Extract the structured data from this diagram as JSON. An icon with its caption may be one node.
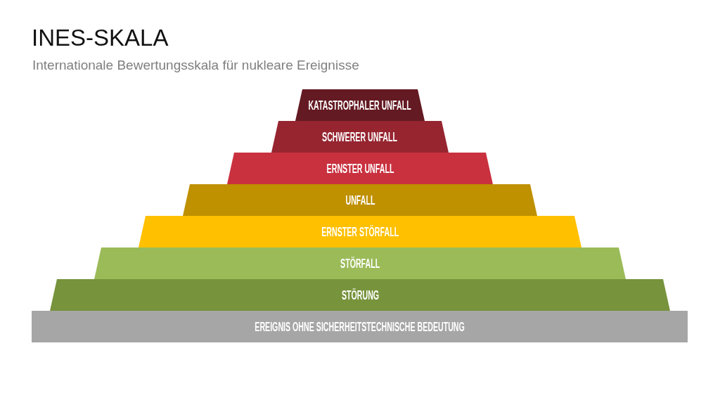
{
  "diagram": {
    "title": "INES-SKALA",
    "nodes": [
      {
        "text": [
          "KATASTROPHALER UNFALL"
        ]
      },
      {
        "text": [
          "SCHWERER UNFALL"
        ]
      },
      {
        "text": [
          "ERNSTER UNFALL"
        ]
      },
      {
        "text": [
          "UNFALL"
        ]
      },
      {
        "text": [
          "ERNSTER STÖRFALL"
        ]
      },
      {
        "text": [
          "STÖRFALL"
        ]
      },
      {
        "text": [
          "STÖRUNG"
        ]
      },
      {
        "text": [
          "EREIGNIS OHNE SICHERHEITSTECHNISCHE BEDEUTUNG"
        ]
      }
    ],
    "labels": [
      "Internationale Bewertungsskala für nukleare Ereignisse"
    ]
  }
}
